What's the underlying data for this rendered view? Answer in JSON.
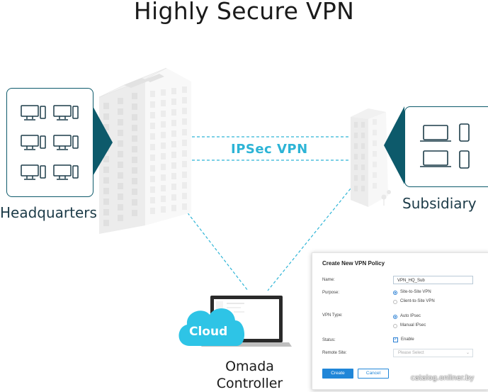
{
  "title": "Highly Secure VPN",
  "link_label": "IPSec VPN",
  "headquarters": {
    "label": "Headquarters",
    "icons": [
      "desktop-icon",
      "desktop-icon",
      "desktop-icon",
      "desktop-icon",
      "desktop-icon",
      "desktop-icon"
    ]
  },
  "subsidiary": {
    "label": "Subsidiary",
    "icons": [
      "laptop-icon",
      "phone-icon",
      "laptop-icon",
      "phone-icon"
    ]
  },
  "cloud": {
    "label": "Cloud"
  },
  "controller": {
    "line1": "Omada",
    "line2": "Controller"
  },
  "watermark": "catalog.onliner.by",
  "colors": {
    "accent": "#2db4d6",
    "panel": "#0d5a6b",
    "cloud": "#2ec4e6",
    "button": "#2086d8"
  },
  "dialog": {
    "title": "Create New VPN Policy",
    "name_label": "Name:",
    "name_value": "VPN_HQ_Sub",
    "purpose_label": "Purpose:",
    "purpose_options": [
      "Site-to-Site VPN",
      "Client-to-Site VPN"
    ],
    "purpose_selected": "Site-to-Site VPN",
    "vpn_type_label": "VPN Type:",
    "vpn_type_options": [
      "Auto IPsec",
      "Manual IPsec"
    ],
    "vpn_type_selected": "Auto IPsec",
    "status_label": "Status:",
    "status_value": "Enable",
    "remote_site_label": "Remote Site:",
    "remote_site_placeholder": "Please Select",
    "create_button": "Create",
    "cancel_button": "Cancel"
  }
}
